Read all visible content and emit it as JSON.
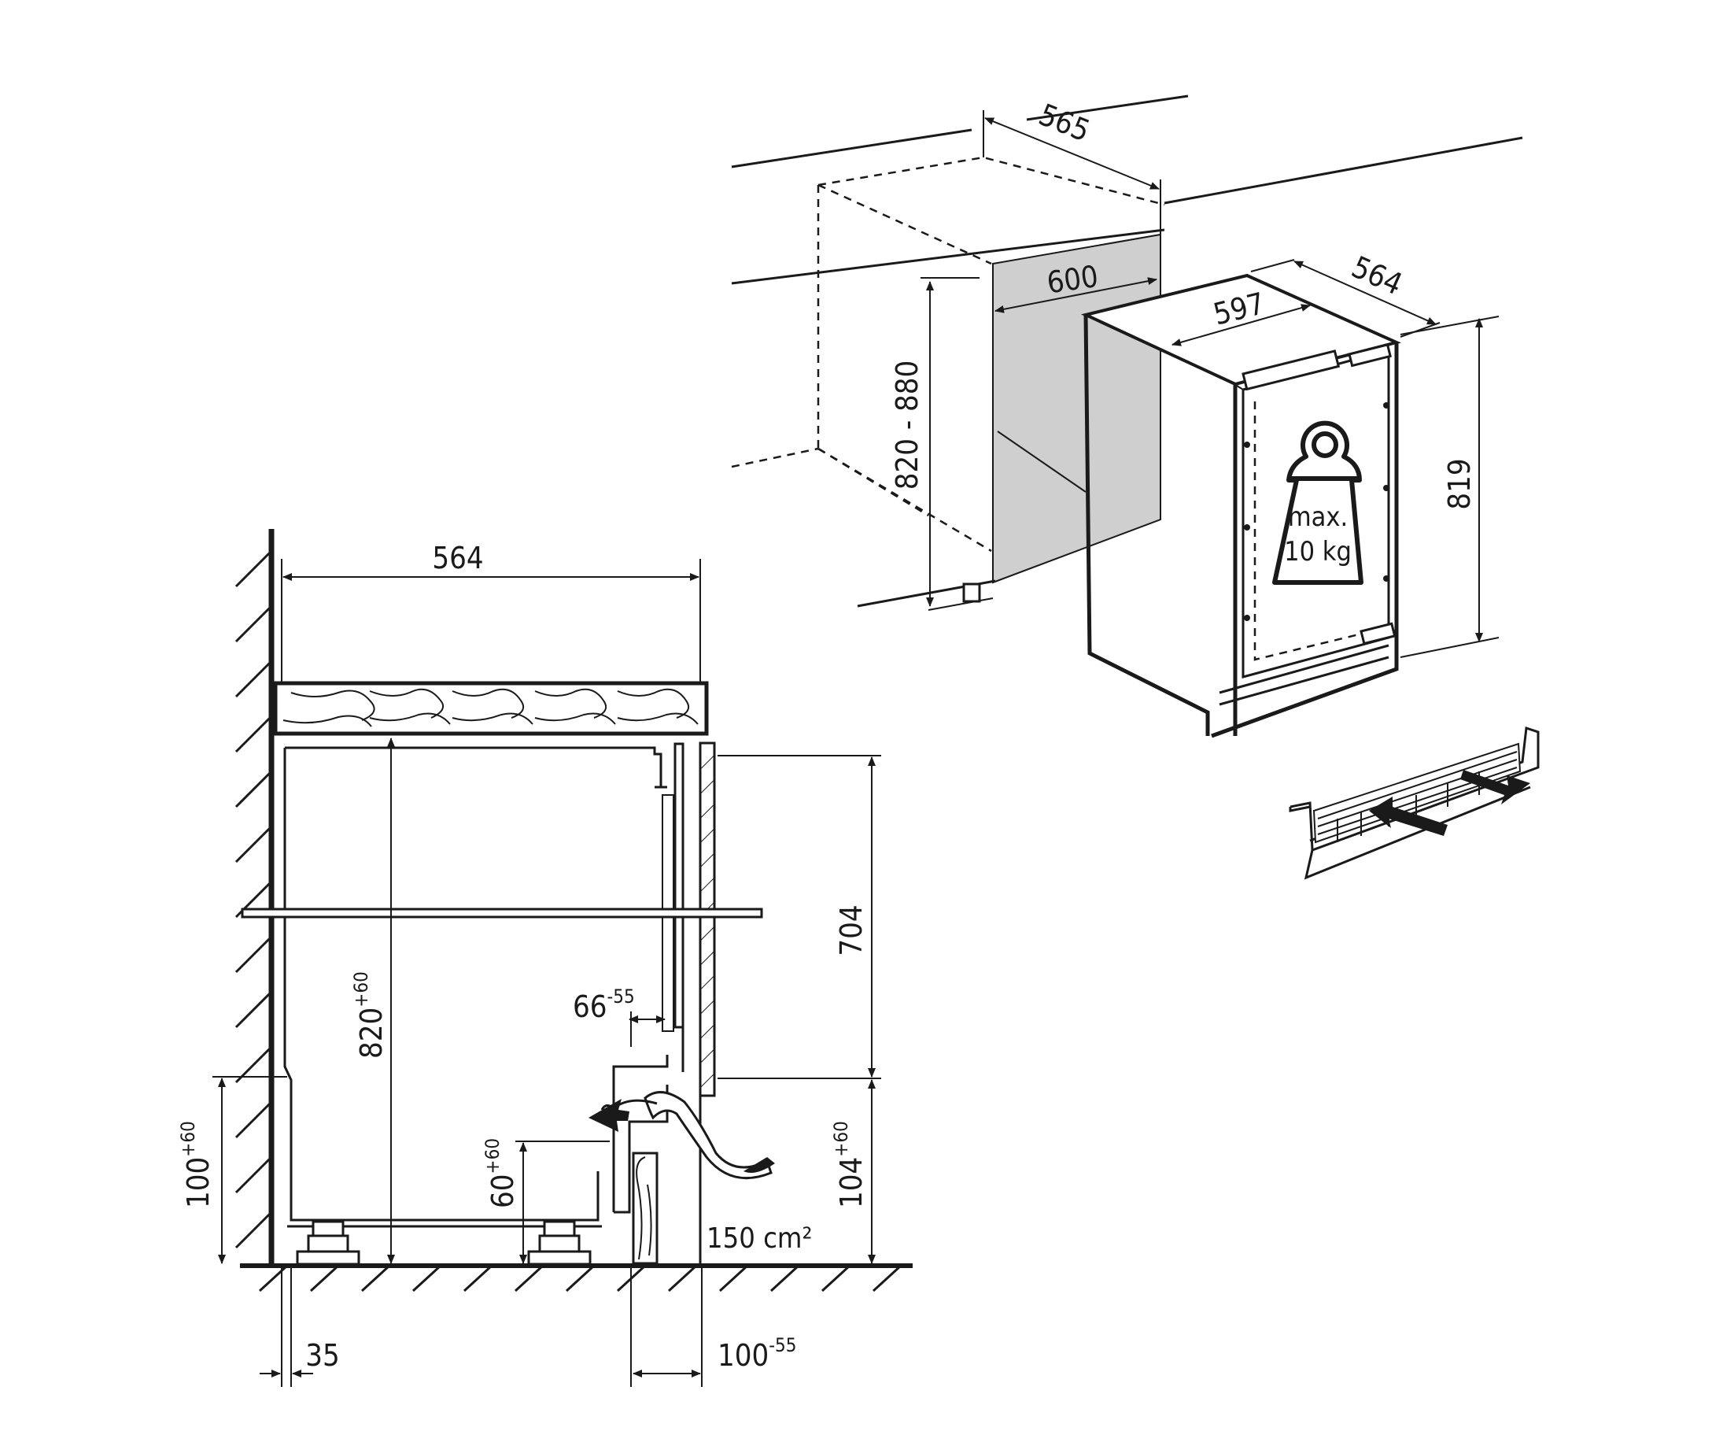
{
  "top_view": {
    "niche_depth": "565",
    "niche_width": "600",
    "niche_height": "820 - 880",
    "appliance_width": "597",
    "appliance_depth": "564",
    "appliance_height": "819",
    "load_line1": "max.",
    "load_line2": "10 kg"
  },
  "side_view": {
    "depth": "564",
    "height_base": "820",
    "height_tol": "+60",
    "door_height": "704",
    "plinth_base": "104",
    "plinth_tol": "+60",
    "foot_base": "100",
    "foot_tol": "+60",
    "vent_base": "60",
    "vent_tol": "+60",
    "door_gap_base": "66",
    "door_gap_tol": "-55",
    "rear_gap": "35",
    "front_base": "100",
    "front_tol": "-55",
    "vent_area": "150 cm²"
  }
}
